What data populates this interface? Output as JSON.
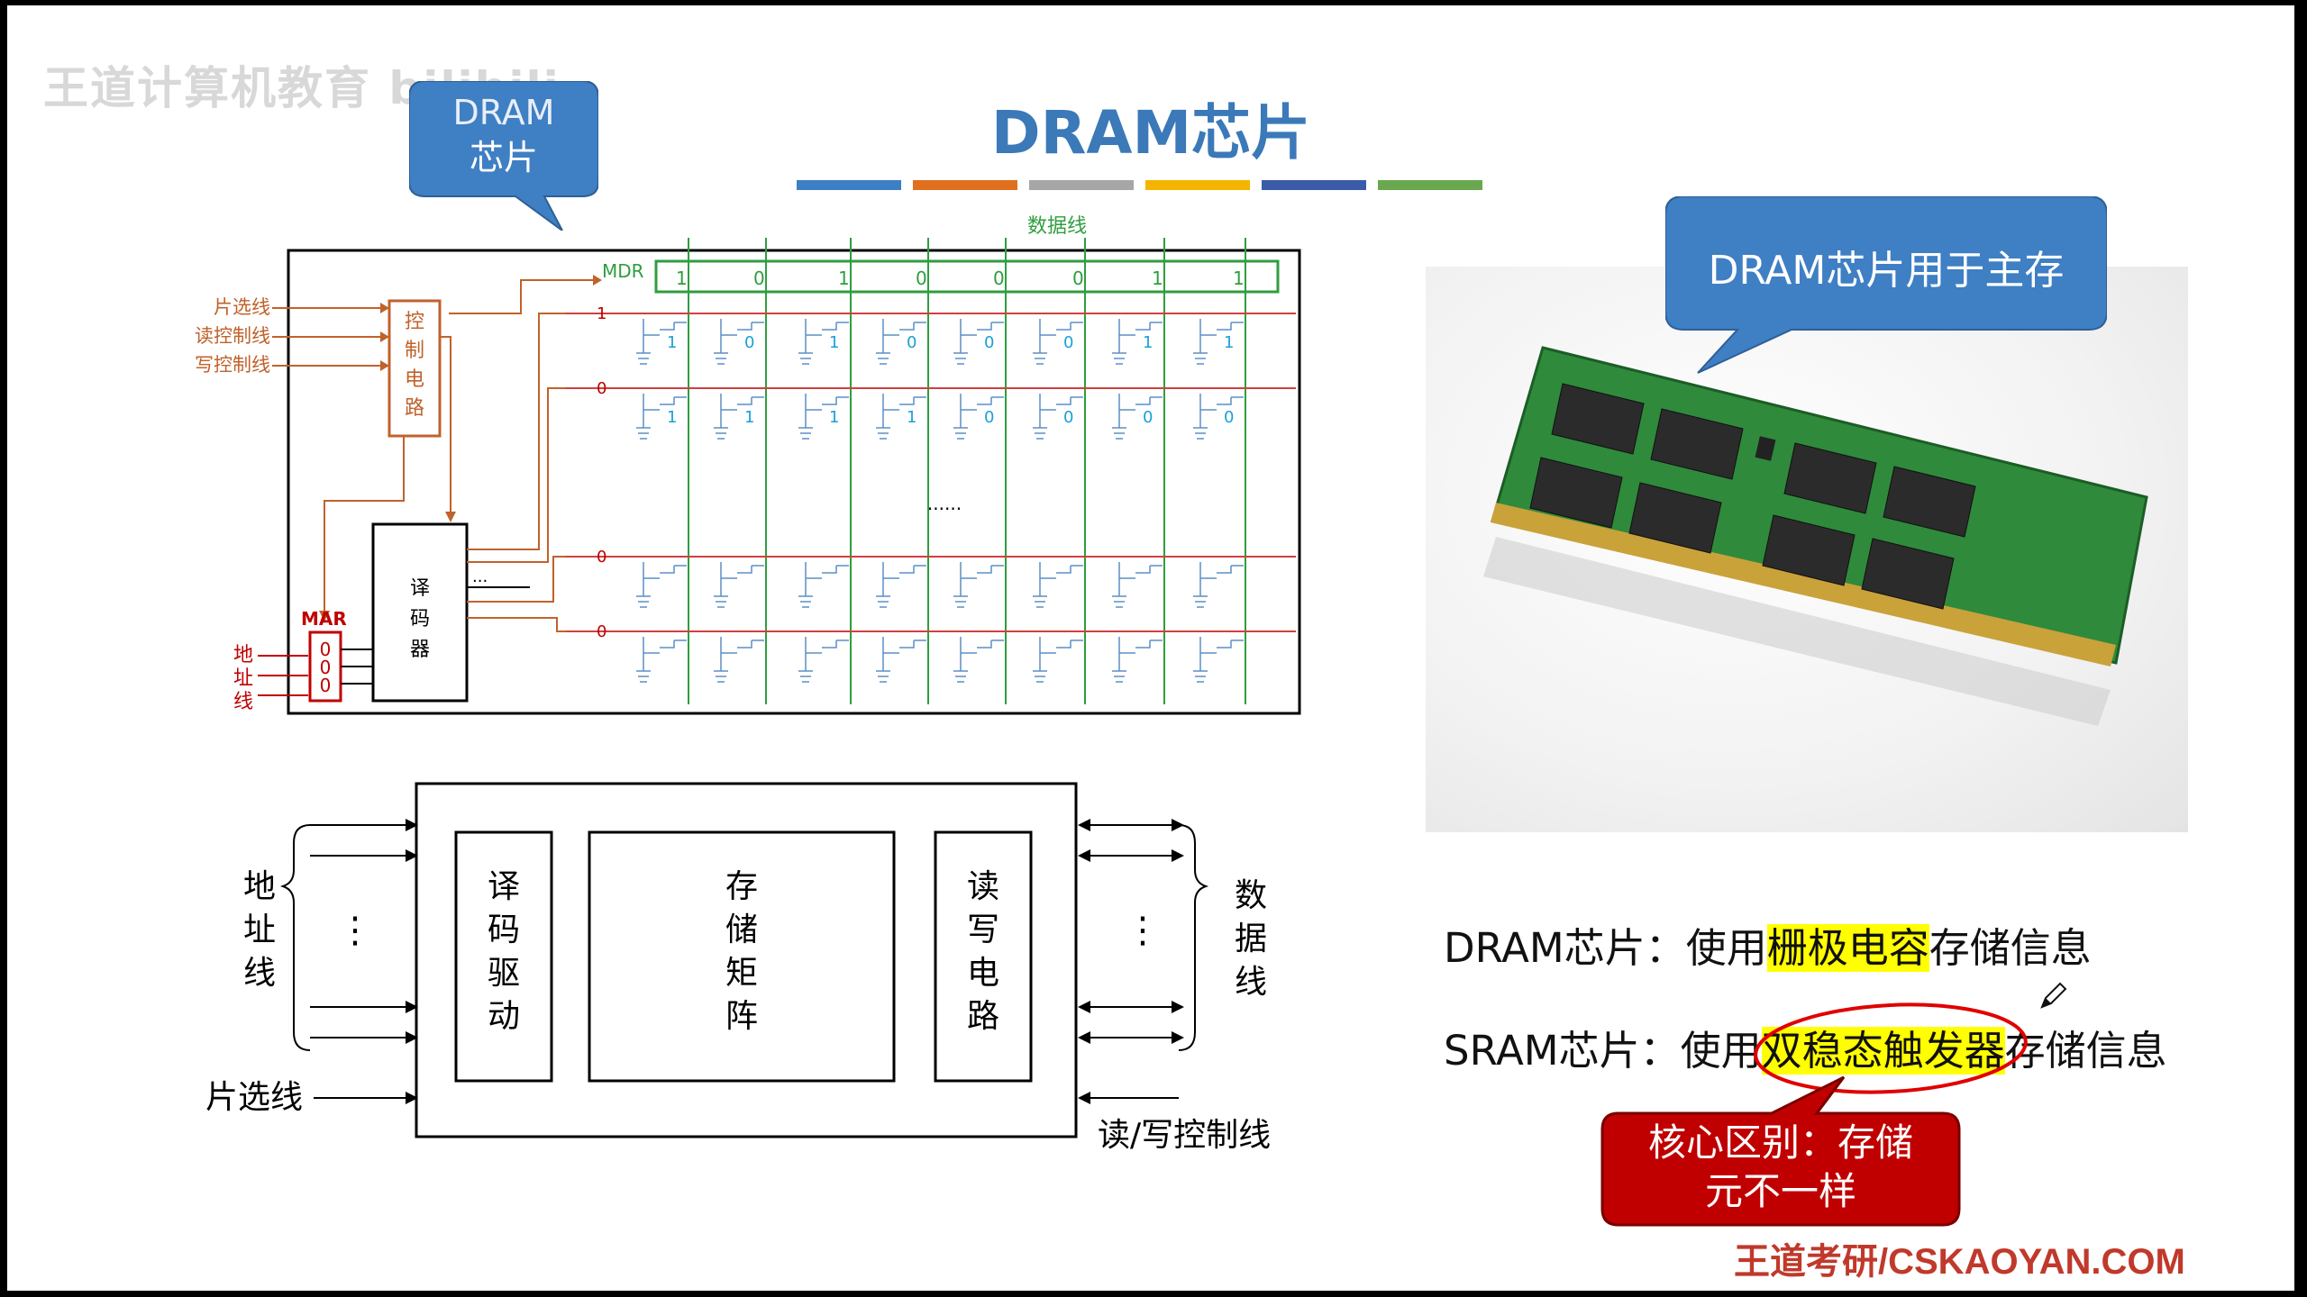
{
  "watermark": "王道计算机教育 bilibili",
  "title": "DRAM芯片",
  "color_bars": [
    "#3c7fc4",
    "#e07020",
    "#a6a6a6",
    "#f5b400",
    "#3a5ca8",
    "#6aa84f"
  ],
  "callout_dram": {
    "line1": "DRAM",
    "line2": "芯片"
  },
  "callout_main_memory": "DRAM芯片用于主存",
  "circuit": {
    "data_line_label": "数据线",
    "mdr_label": "MDR",
    "mdr_bits": [
      "1",
      "0",
      "1",
      "0",
      "0",
      "0",
      "1",
      "1"
    ],
    "control_inputs": [
      "片选线",
      "读控制线",
      "写控制线"
    ],
    "control_box": [
      "控",
      "制",
      "电",
      "路"
    ],
    "decoder_box": [
      "译",
      "码",
      "器"
    ],
    "mar_label": "MAR",
    "mar_bits": [
      "0",
      "0",
      "0"
    ],
    "address_label": [
      "地",
      "址",
      "线"
    ],
    "row_selects": [
      "1",
      "0",
      "0",
      "0"
    ],
    "row1_cells": [
      "1",
      "0",
      "1",
      "0",
      "0",
      "0",
      "1",
      "1"
    ],
    "row2_cells": [
      "1",
      "1",
      "1",
      "1",
      "0",
      "0",
      "0",
      "0"
    ],
    "ellipsis": "......",
    "decoder_ellipsis": "..."
  },
  "block": {
    "address": [
      "地",
      "址",
      "线"
    ],
    "chip_select": "片选线",
    "decoder": [
      "译",
      "码",
      "驱",
      "动"
    ],
    "matrix": [
      "存",
      "储",
      "矩",
      "阵"
    ],
    "rw_circuit": [
      "读",
      "写",
      "电",
      "路"
    ],
    "data": [
      "数",
      "据",
      "线"
    ],
    "rw_control": "读/写控制线",
    "vdots": "⋮"
  },
  "info": {
    "dram_prefix": "DRAM芯片：使用",
    "dram_highlight": "栅极电容",
    "dram_suffix": "存储信息",
    "sram_prefix": "SRAM芯片：使用",
    "sram_highlight": "双稳态触发器",
    "sram_suffix": "存储信息"
  },
  "core_diff": {
    "line1": "核心区别：存储",
    "line2": "元不一样"
  },
  "footer": "王道考研/CSKAOYAN.COM",
  "icons": {
    "pen": "pen-icon"
  }
}
